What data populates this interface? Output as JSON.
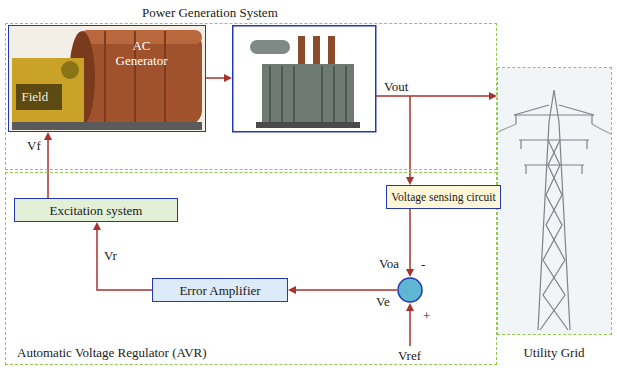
{
  "diagram": {
    "nodes": [
      {
        "text": [
          "Power Generation System"
        ]
      },
      {
        "text": [
          "AC Generator",
          "Field"
        ],
        "in": 0
      },
      {
        "text": [
          "Utility Grid"
        ]
      },
      {
        "text": [
          "Automatic Voltage Regulator (AVR)"
        ]
      },
      {
        "text": [
          "Voltage sensing circuit"
        ],
        "in": 3
      },
      {
        "text": [
          "Excitation system"
        ],
        "in": 3
      },
      {
        "text": [
          "Error Amplifier"
        ],
        "in": 3
      },
      {
        "text": [
          "-",
          "+"
        ],
        "in": 3
      }
    ],
    "edges": [
      {
        "from": 5,
        "to": 1,
        "arrow": "to",
        "label": "Vf"
      },
      {
        "from": 6,
        "to": 5,
        "arrow": "to",
        "label": "Vr"
      },
      {
        "from": 7,
        "to": 6,
        "arrow": "to",
        "label": "Ve"
      },
      {
        "from": 4,
        "to": 7,
        "arrow": "to",
        "label": "Voa"
      }
    ],
    "labels": [
      "Vout",
      "Vref"
    ]
  }
}
